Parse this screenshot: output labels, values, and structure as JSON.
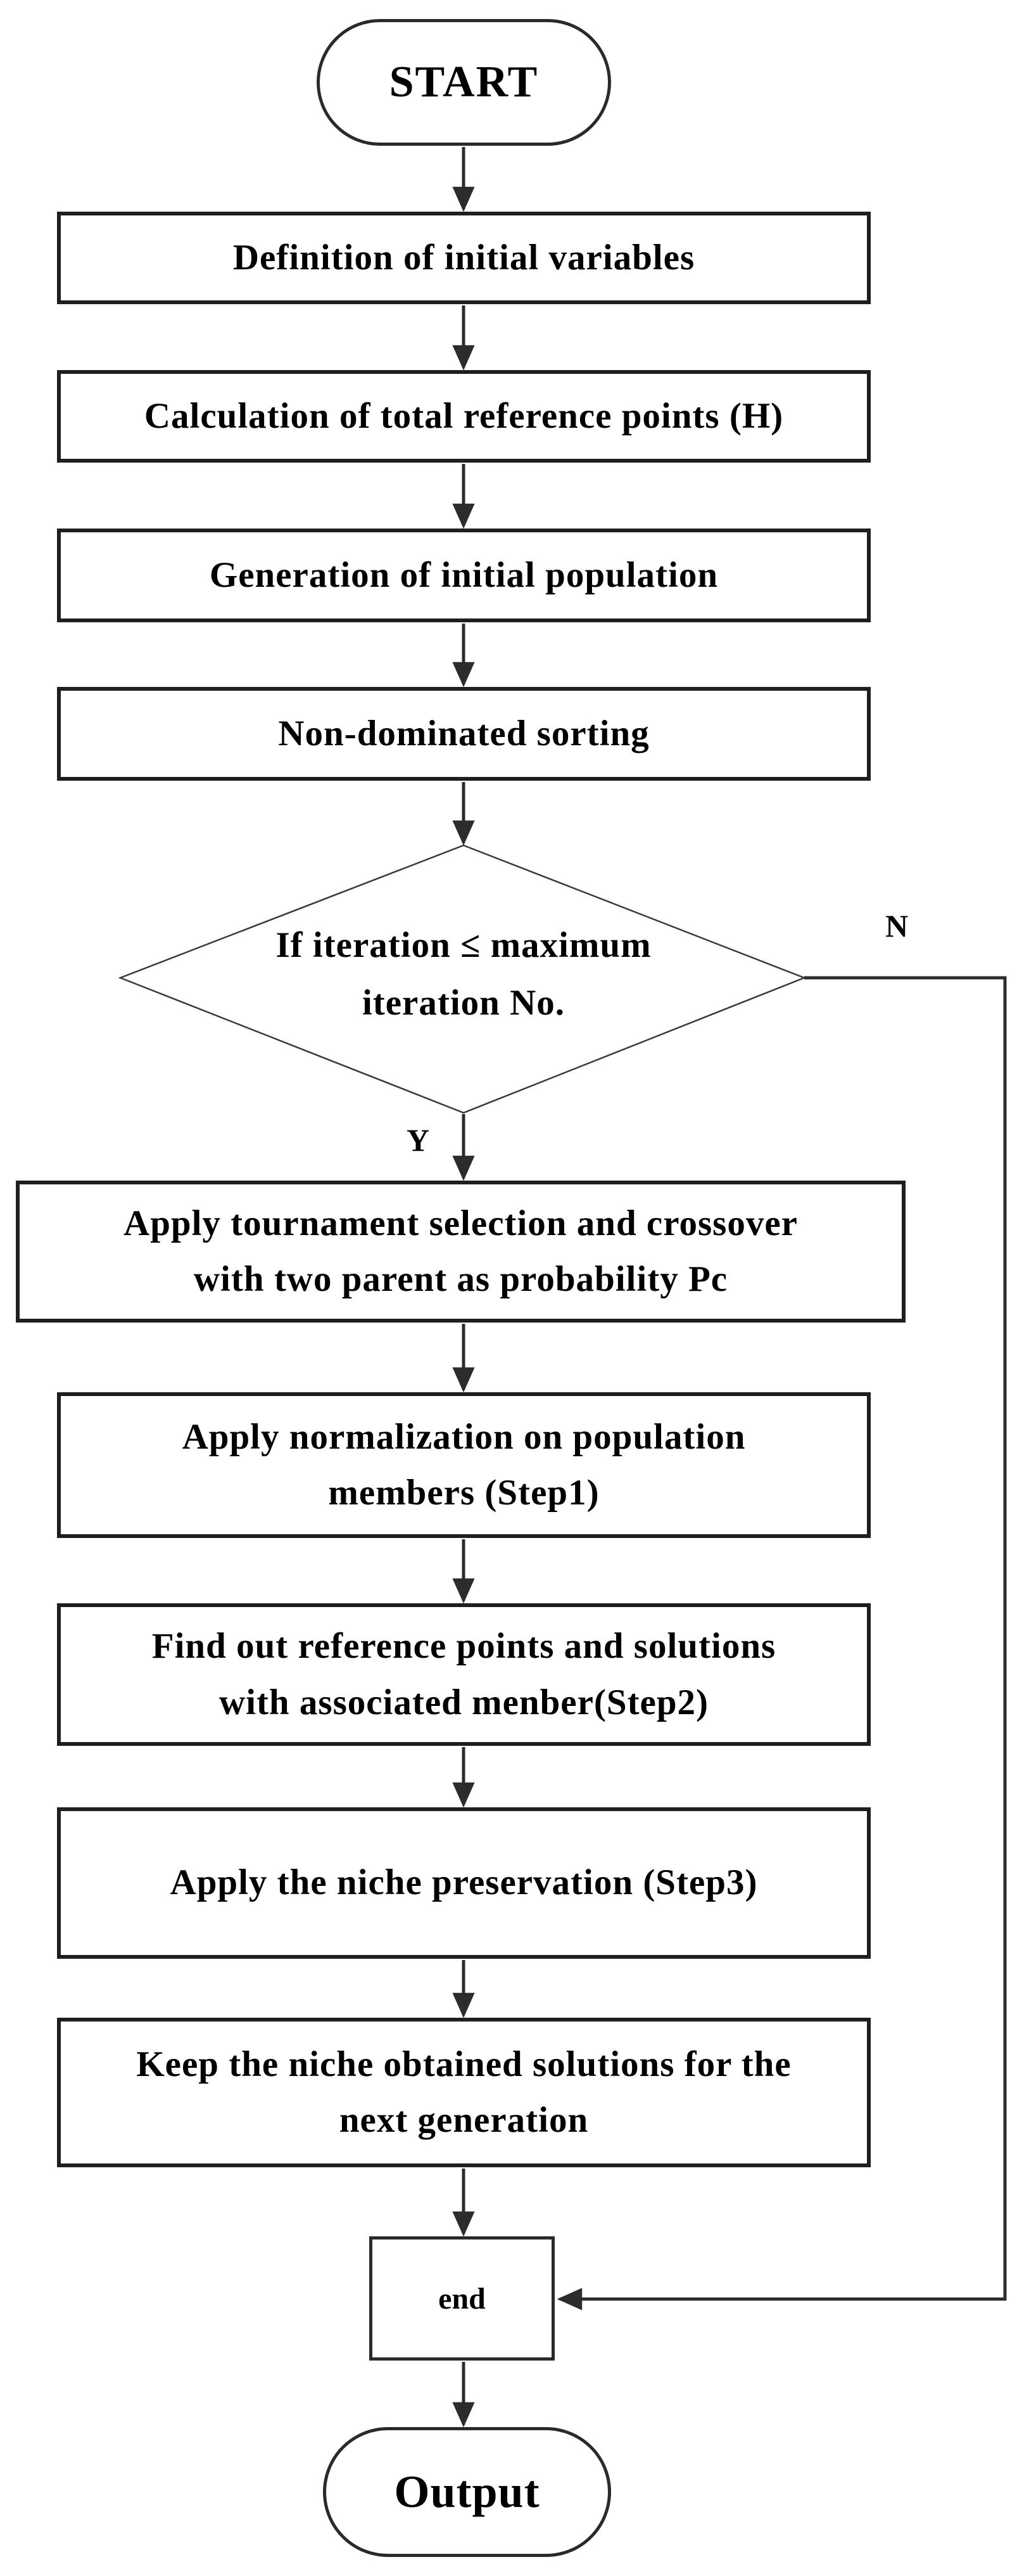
{
  "nodes": {
    "start": {
      "label": "START"
    },
    "define_vars": {
      "label": "Definition of initial variables"
    },
    "calc_ref": {
      "label": "Calculation of total reference points (H)"
    },
    "gen_pop": {
      "label": "Generation of initial population"
    },
    "sorting": {
      "label": "Non-dominated sorting"
    },
    "decision": {
      "line1": "If iteration ≤ maximum",
      "line2": "iteration No."
    },
    "tournament": {
      "line1": "Apply tournament selection and crossover",
      "line2": "with two parent as probability Pc"
    },
    "normalization": {
      "line1": "Apply normalization on population",
      "line2": "members (Step1)"
    },
    "find_ref": {
      "line1": "Find out reference points and solutions",
      "line2": "with associated menber(Step2)"
    },
    "niche": {
      "label": "Apply the niche preservation (Step3)"
    },
    "keep": {
      "line1": "Keep the niche obtained solutions for the",
      "line2": "next generation"
    },
    "end": {
      "label": "end"
    },
    "output": {
      "label": "Output"
    }
  },
  "edge_labels": {
    "yes": "Y",
    "no": "N"
  },
  "colors": {
    "line": "#2c2c2c",
    "border": "#1f1f1f",
    "text": "#000000",
    "background": "#ffffff"
  }
}
